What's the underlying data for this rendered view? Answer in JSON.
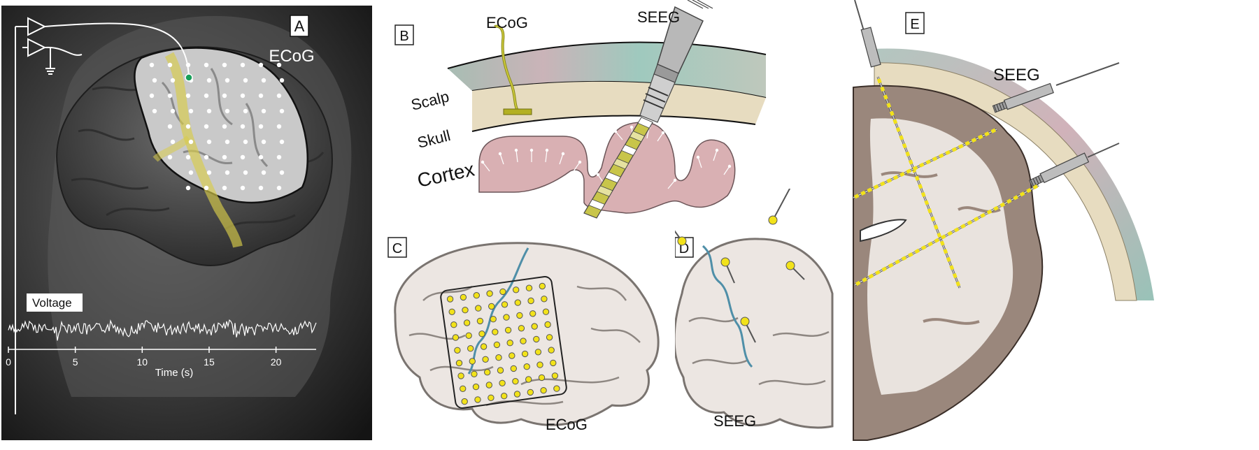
{
  "panelA": {
    "letter": "A",
    "title": "ECoG",
    "voltage_label": "Voltage",
    "axis_title": "Time (s)",
    "ticks": [
      "0",
      "5",
      "10",
      "15",
      "20"
    ]
  },
  "panelB": {
    "letter": "B",
    "ecog_label": "ECoG",
    "seeg_label": "SEEG",
    "scalp_label": "Scalp",
    "skull_label": "Skull",
    "cortex_label": "Cortex"
  },
  "panelC": {
    "letter": "C",
    "label": "ECoG"
  },
  "panelD": {
    "letter": "D",
    "label": "SEEG"
  },
  "panelE": {
    "letter": "E",
    "label": "SEEG"
  },
  "colors": {
    "electrode_yellow": "#f2e21a",
    "sulcus_blue": "#4f8fa8",
    "cortex_pink": "#d9b0b3",
    "brain_beige": "#ece6e2",
    "skull_beige": "#e7dcc0",
    "ecog_lead": "#b3b022",
    "seeg_contact": "#1e1e1e"
  }
}
